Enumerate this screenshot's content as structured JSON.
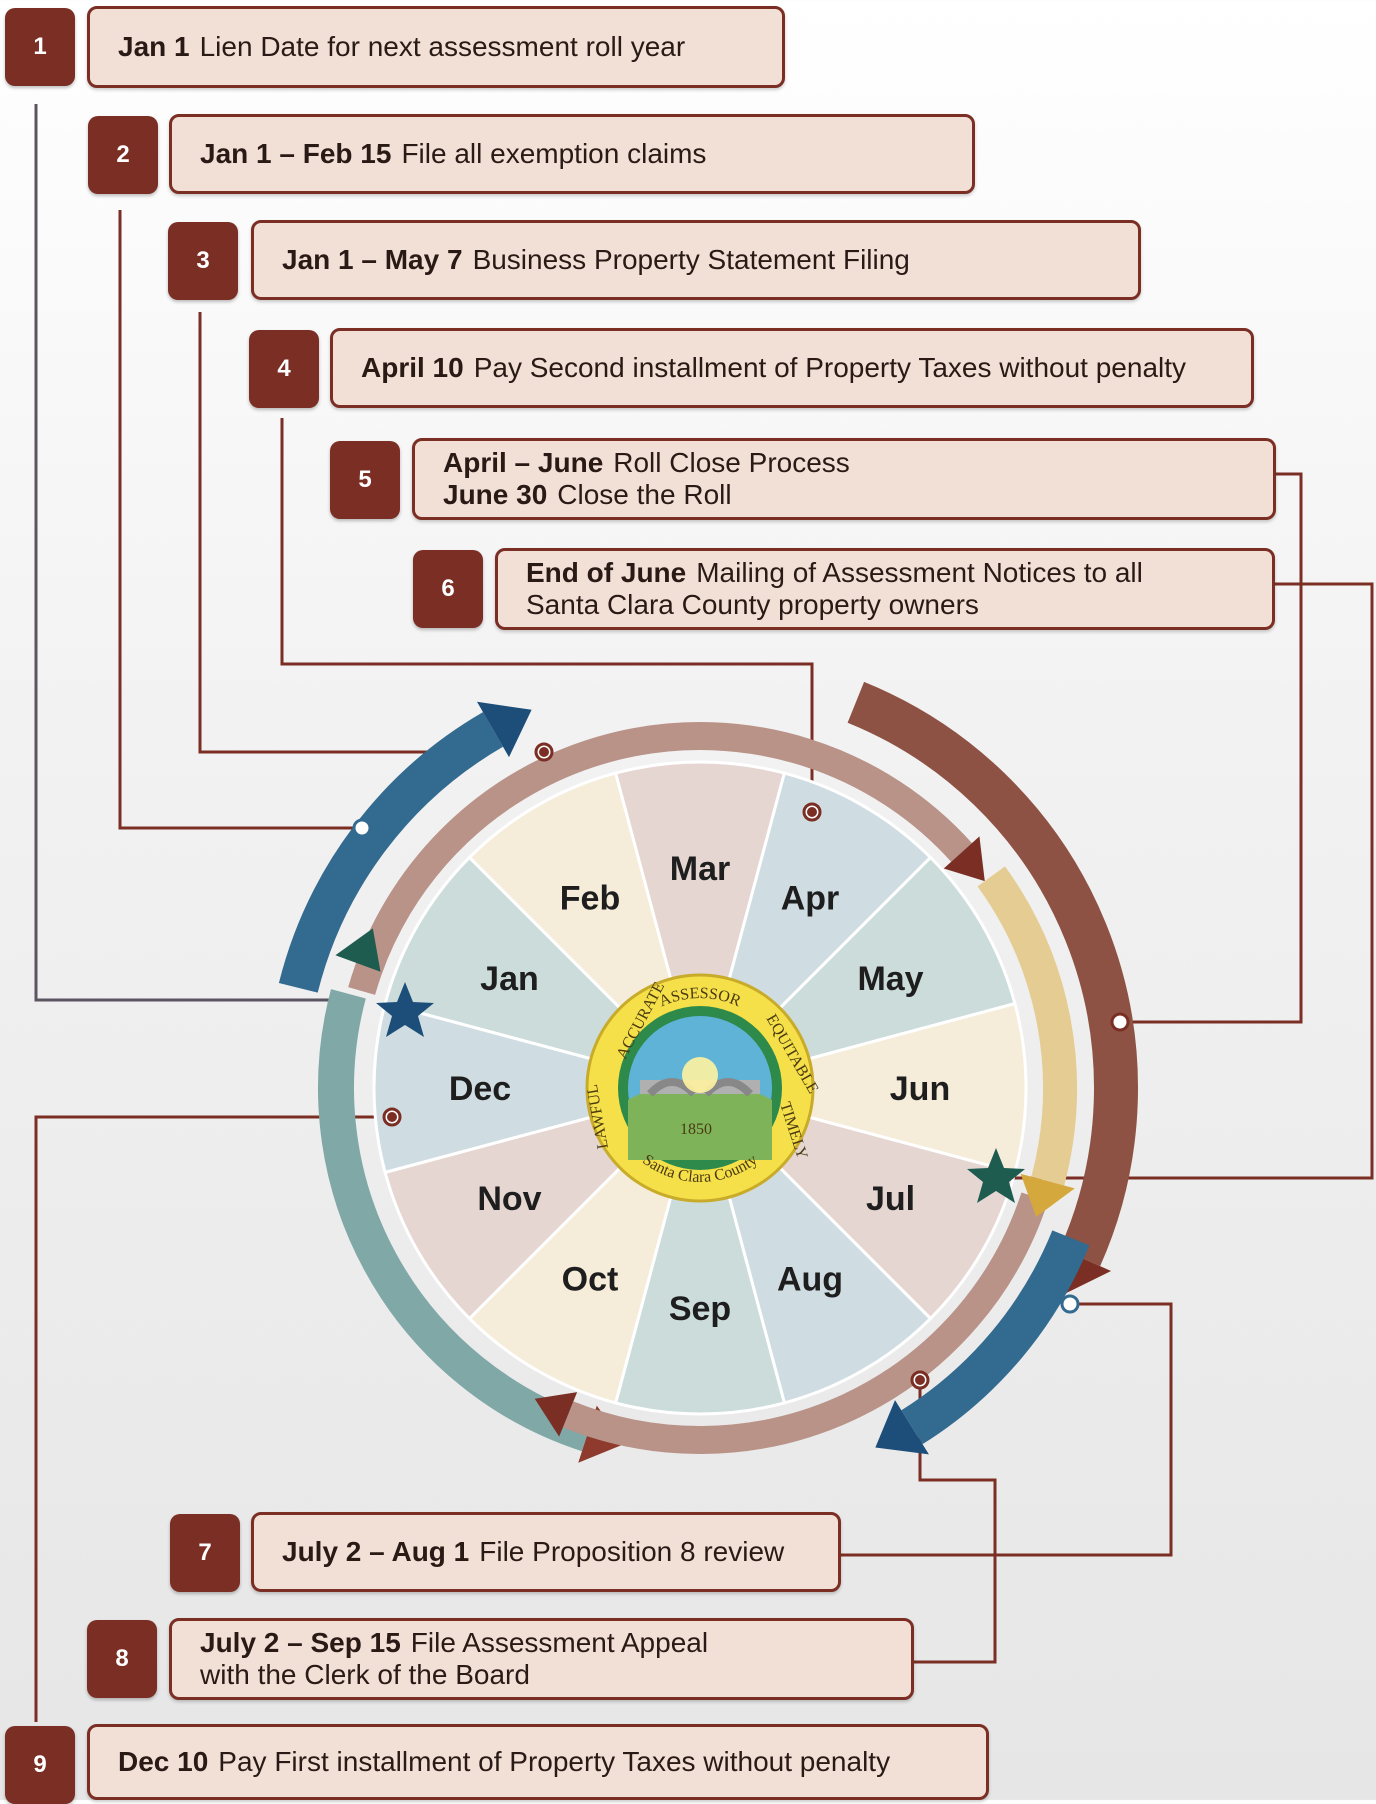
{
  "steps": [
    {
      "num": "1",
      "date": "Jan 1",
      "text": "Lien Date for next assessment roll year"
    },
    {
      "num": "2",
      "date": "Jan 1 – Feb 15",
      "text": "File all exemption claims"
    },
    {
      "num": "3",
      "date": "Jan 1 – May 7",
      "text": "Business Property Statement Filing"
    },
    {
      "num": "4",
      "date": "April 10",
      "text": "Pay Second installment of Property Taxes without penalty"
    },
    {
      "num": "5",
      "date": "April – June",
      "text": "Roll Close Process",
      "date2": "June 30",
      "text2": "Close the Roll"
    },
    {
      "num": "6",
      "date": "End of June",
      "text": "Mailing of Assessment Notices to all",
      "text2": "Santa Clara County property owners"
    },
    {
      "num": "7",
      "date": "July 2 – Aug 1",
      "text": "File Proposition 8 review"
    },
    {
      "num": "8",
      "date": "July 2 – Sep 15",
      "text": "File Assessment Appeal",
      "text2": "with the Clerk of the Board"
    },
    {
      "num": "9",
      "date": "Dec 10",
      "text": "Pay First installment of Property Taxes without penalty"
    }
  ],
  "months": [
    "Jan",
    "Feb",
    "Mar",
    "Apr",
    "May",
    "Jun",
    "Jul",
    "Aug",
    "Sep",
    "Oct",
    "Nov",
    "Dec"
  ],
  "seal": {
    "top": "ASSESSOR",
    "left": "ACCURATE",
    "right": "EQUITABLE",
    "left2": "LAWFUL",
    "right2": "TIMELY",
    "bottom": "Santa Clara County",
    "year": "1850"
  },
  "colors": {
    "accent": "#7a2e24",
    "box_fill": "#f2dfd6",
    "blue_arrow": "#336a8f",
    "teal_arc": "#7fa8a6",
    "rose_arc": "#b99288",
    "gold_arc": "#e5cc93",
    "brown_arc": "#8e5244"
  }
}
